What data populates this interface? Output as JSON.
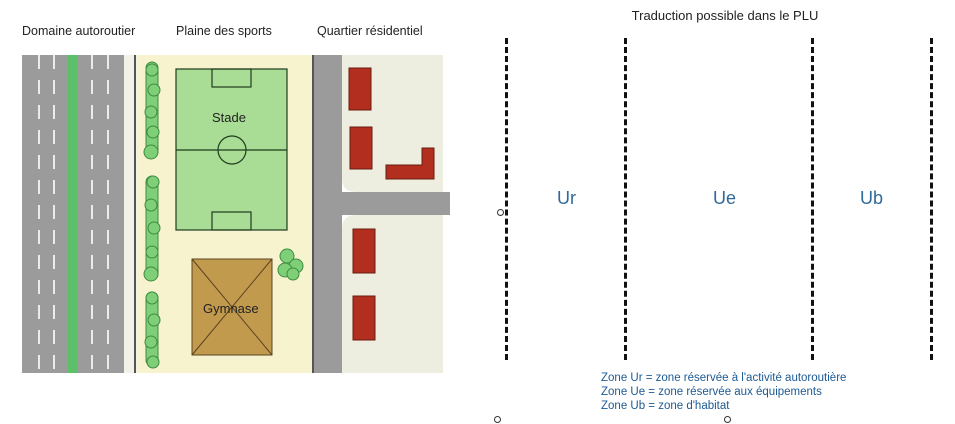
{
  "map": {
    "zones": [
      {
        "label": "Domaine autoroutier"
      },
      {
        "label": "Plaine des sports"
      },
      {
        "label": "Quartier résidentiel"
      }
    ],
    "stadium_label": "Stade",
    "gym_label": "Gymnase"
  },
  "plu": {
    "title": "Traduction possible dans le PLU",
    "codes": [
      "Ur",
      "Ue",
      "Ub"
    ],
    "legend": [
      "Zone Ur = zone réservée à l'activité autoroutière",
      "Zone Ue = zone réservée aux équipements",
      "Zone Ub = zone d'habitat"
    ]
  },
  "colors": {
    "road": "#9b9b9b",
    "median": "#5cc06a",
    "sports_ground": "#f7f3cf",
    "stadium": "#a9dc94",
    "gym": "#c29a4e",
    "houses": "#b22f1f",
    "residential_ground": "#eeeee0",
    "zone_code": "#2f6a9a",
    "legend_text": "#1d5a93"
  }
}
